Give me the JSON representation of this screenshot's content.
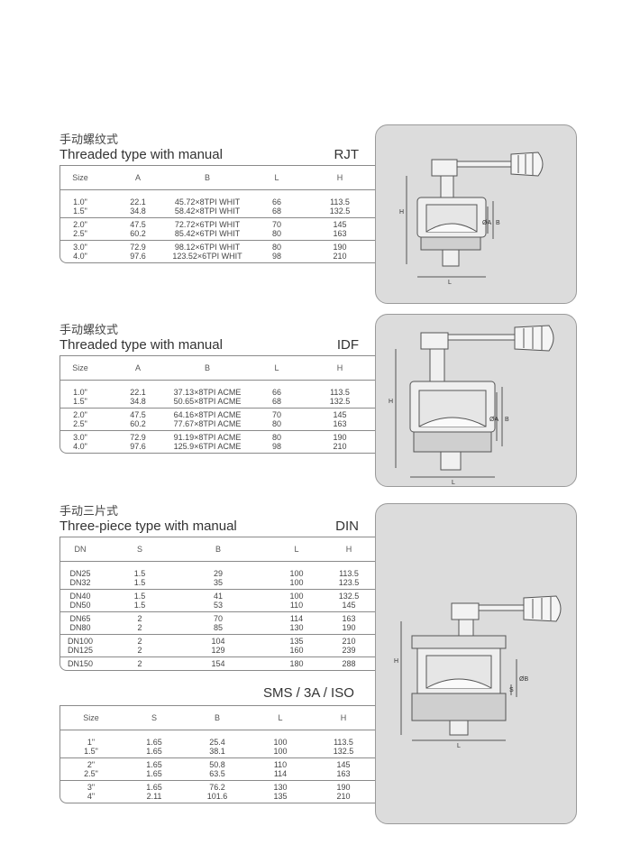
{
  "sections": [
    {
      "cn": "手动螺纹式",
      "en": "Threaded type with manual",
      "code": "RJT",
      "headers": [
        "Size",
        "A",
        "B",
        "L",
        "H"
      ],
      "groups": [
        [
          [
            "1.0\"",
            "22.1",
            "45.72×8TPI WHIT",
            "66",
            "113.5"
          ],
          [
            "1.5\"",
            "34.8",
            "58.42×8TPI WHIT",
            "68",
            "132.5"
          ]
        ],
        [
          [
            "2.0\"",
            "47.5",
            "72.72×6TPI WHIT",
            "70",
            "145"
          ],
          [
            "2.5\"",
            "60.2",
            "85.42×6TPI WHIT",
            "80",
            "163"
          ]
        ],
        [
          [
            "3.0\"",
            "72.9",
            "98.12×6TPI WHIT",
            "80",
            "190"
          ],
          [
            "4.0\"",
            "97.6",
            "123.52×6TPI WHIT",
            "98",
            "210"
          ]
        ]
      ]
    },
    {
      "cn": "手动螺纹式",
      "en": "Threaded type with manual",
      "code": "IDF",
      "headers": [
        "Size",
        "A",
        "B",
        "L",
        "H"
      ],
      "groups": [
        [
          [
            "1.0\"",
            "22.1",
            "37.13×8TPI ACME",
            "66",
            "113.5"
          ],
          [
            "1.5\"",
            "34.8",
            "50.65×8TPI ACME",
            "68",
            "132.5"
          ]
        ],
        [
          [
            "2.0\"",
            "47.5",
            "64.16×8TPI ACME",
            "70",
            "145"
          ],
          [
            "2.5\"",
            "60.2",
            "77.67×8TPI ACME",
            "80",
            "163"
          ]
        ],
        [
          [
            "3.0\"",
            "72.9",
            "91.19×8TPI ACME",
            "80",
            "190"
          ],
          [
            "4.0\"",
            "97.6",
            "125.9×6TPI ACME",
            "98",
            "210"
          ]
        ]
      ]
    },
    {
      "cn": "手动三片式",
      "en": "Three-piece type with manual",
      "code": "DIN",
      "headers": [
        "DN",
        "S",
        "B",
        "L",
        "H"
      ],
      "groups": [
        [
          [
            "DN25",
            "1.5",
            "29",
            "100",
            "113.5"
          ],
          [
            "DN32",
            "1.5",
            "35",
            "100",
            "123.5"
          ]
        ],
        [
          [
            "DN40",
            "1.5",
            "41",
            "100",
            "132.5"
          ],
          [
            "DN50",
            "1.5",
            "53",
            "110",
            "145"
          ]
        ],
        [
          [
            "DN65",
            "2",
            "70",
            "114",
            "163"
          ],
          [
            "DN80",
            "2",
            "85",
            "130",
            "190"
          ]
        ],
        [
          [
            "DN100",
            "2",
            "104",
            "135",
            "210"
          ],
          [
            "DN125",
            "2",
            "129",
            "160",
            "239"
          ]
        ],
        [
          [
            "DN150",
            "2",
            "154",
            "180",
            "288"
          ]
        ]
      ]
    },
    {
      "cn": "",
      "en": "",
      "code": "SMS / 3A / ISO",
      "headers": [
        "Size",
        "S",
        "B",
        "L",
        "H"
      ],
      "groups": [
        [
          [
            "1\"",
            "1.65",
            "25.4",
            "100",
            "113.5"
          ],
          [
            "1.5\"",
            "1.65",
            "38.1",
            "100",
            "132.5"
          ]
        ],
        [
          [
            "2\"",
            "1.65",
            "50.8",
            "110",
            "145"
          ],
          [
            "2.5\"",
            "1.65",
            "63.5",
            "114",
            "163"
          ]
        ],
        [
          [
            "3\"",
            "1.65",
            "76.2",
            "130",
            "190"
          ],
          [
            "4\"",
            "2.11",
            "101.6",
            "135",
            "210"
          ]
        ]
      ]
    }
  ],
  "drawing_labels": {
    "h": "H",
    "l": "L",
    "a": "ØA",
    "b": "B",
    "s": "S",
    "b_dia": "ØB"
  }
}
